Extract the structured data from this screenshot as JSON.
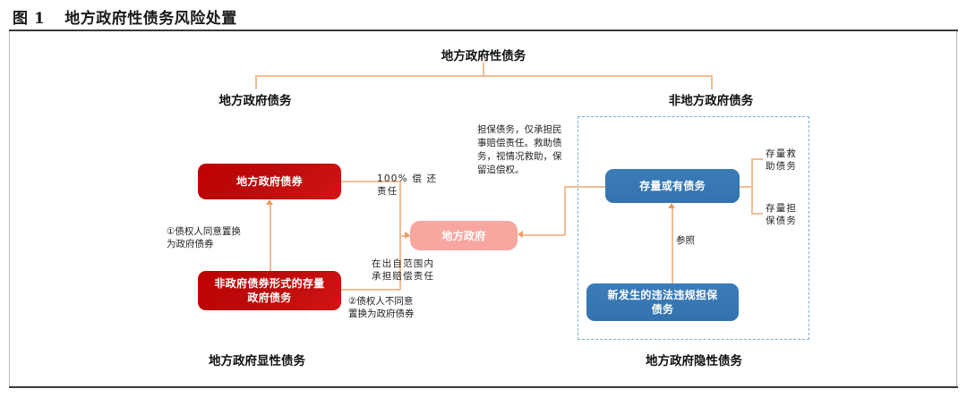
{
  "caption": {
    "figure_number": "图 1",
    "title": "地方政府性债务风险处置"
  },
  "diagram": {
    "headers": {
      "root": "地方政府性债务",
      "left_branch": "地方政府债务",
      "right_branch": "非地方政府债务",
      "left_footer": "地方政府显性债务",
      "right_footer": "地方政府隐性债务"
    },
    "nodes": {
      "local_gov_bond": "地方政府债券",
      "non_bond_stock_debt": "非政府债券形式的存量\n政府债务",
      "local_government": "地方政府",
      "stock_contingent_debt": "存量或有债务",
      "new_illegal_guarantee_debt": "新发生的违法违规担保\n债务"
    },
    "branch_labels": {
      "stock_rescue_debt": "存量救\n助债务",
      "stock_guarantee_debt": "存量担\n保债务"
    },
    "annotations": {
      "repay_100": "100% 偿 还\n责任",
      "creditor_agree": "①债权人同意置换\n为政府债券",
      "liability_scope": "在出自范围内\n承担赔偿责任",
      "creditor_disagree": "②债权人不同意\n置换为政府债券",
      "guarantee_note": "担保债务，仅承担民\n事赔偿责任。救助债\n务，视情况救助，保\n留追偿权。",
      "refer": "参照"
    },
    "colors": {
      "red": "#c00000",
      "pink": "#f8a6a0",
      "blue": "#3b7cb8",
      "connector": "#f2bc94",
      "dashed_border": "#7fa8d8",
      "rule": "#3a3a3a"
    }
  }
}
